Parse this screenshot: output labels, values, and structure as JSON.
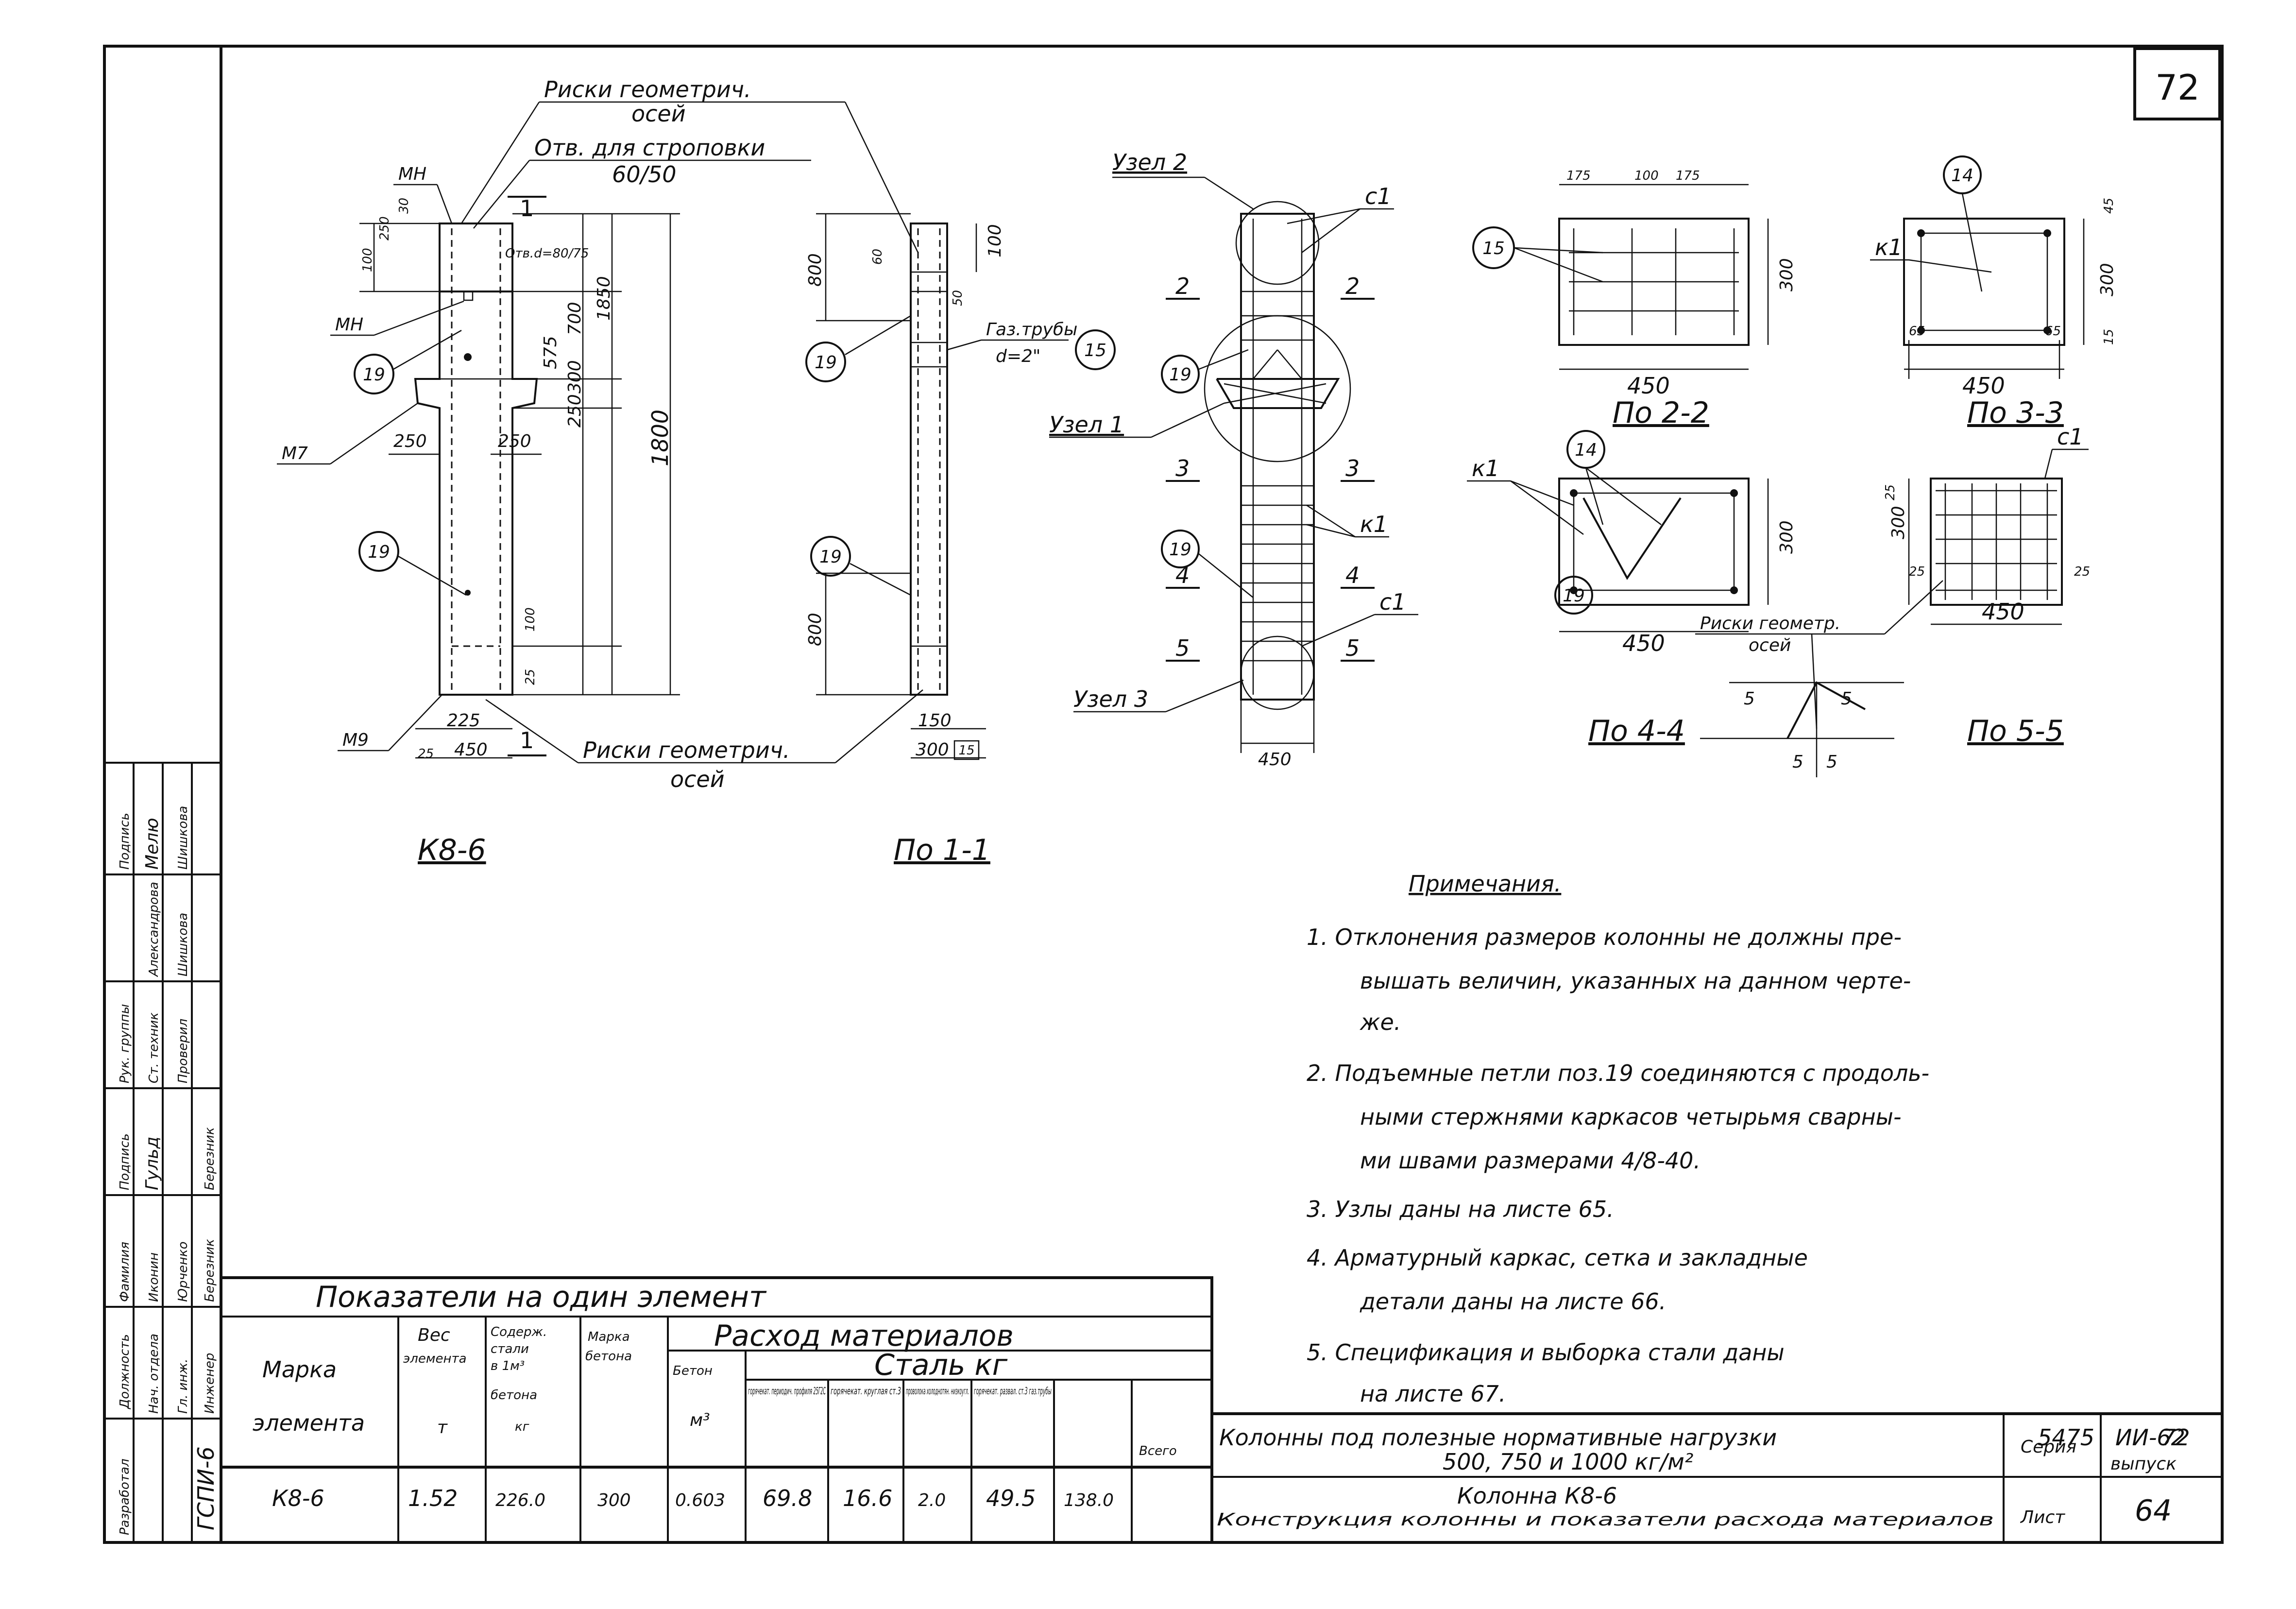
{
  "sheet": {
    "number": "72",
    "archive_no": "5475",
    "archive_sheet": "72"
  },
  "elevation": {
    "title": "К8-6",
    "callouts": {
      "axis_marks_top": "Риски геометрич.",
      "axis_marks_top_2": "осей",
      "sling_hole": "Отв. для строповки",
      "sling_hole_size": "60/50",
      "hole_note": "Отв.d=80/75",
      "mh": "МН",
      "mn": "МН",
      "m7": "М7",
      "m9": "М9",
      "axis_marks_bottom": "Риски геометрич.",
      "axis_marks_bottom_2": "осей",
      "pos19a": "19",
      "pos19b": "19",
      "sec1": "1"
    },
    "dims": {
      "d100": "100",
      "d250": "250",
      "d30": "30",
      "d700": "700",
      "d1850": "1850",
      "d575": "575",
      "d300": "300",
      "d250b": "250",
      "d1800": "1800",
      "d250_left": "250",
      "d250_right": "250",
      "d100b": "100",
      "d25": "25",
      "d225": "225",
      "d450": "450",
      "d25b": "25"
    }
  },
  "section11": {
    "title": "По 1-1",
    "labels": {
      "pipe": "Газ.трубы",
      "pipe_d": "d=2\"",
      "pos15": "15",
      "pos19a": "19",
      "pos19b": "19"
    },
    "dims": {
      "d800": "800",
      "d60": "60",
      "d100": "100",
      "d50": "50",
      "d800b": "800",
      "d150": "150",
      "d300": "300",
      "d15": "15"
    }
  },
  "rebar": {
    "labels": {
      "node2": "Узел 2",
      "node1": "Узел 1",
      "node3": "Узел 3",
      "c1a": "с1",
      "c1b": "с1",
      "k1": "к1",
      "pos19a": "19",
      "pos19b": "19",
      "s2l": "2",
      "s2r": "2",
      "s3l": "3",
      "s3r": "3",
      "s4l": "4",
      "s4r": "4",
      "s5l": "5",
      "s5r": "5",
      "d450": "450"
    }
  },
  "sections": {
    "s22": {
      "title": "По 2-2",
      "pos": "15",
      "dims": [
        "175",
        "100",
        "175",
        "300",
        "450"
      ]
    },
    "s33": {
      "title": "По 3-3",
      "pos": "14",
      "k": "к1",
      "dims": [
        "45",
        "300",
        "15",
        "65",
        "65",
        "450"
      ]
    },
    "s44": {
      "title": "По 4-4",
      "pos14": "14",
      "pos19": "19",
      "k": "к1",
      "dims": [
        "300",
        "450"
      ]
    },
    "s55": {
      "title": "По 5-5",
      "c": "с1",
      "note": "Риски геометр.",
      "note2": "осей",
      "dims": [
        "25",
        "300",
        "25",
        "450",
        "25"
      ],
      "detail": [
        "5",
        "5",
        "5",
        "5"
      ]
    }
  },
  "notes": {
    "title": "Примечания.",
    "items": [
      "1. Отклонения размеров колонны не должны пре-",
      "вышать величин, указанных на данном черте-",
      "же.",
      "2. Подъемные петли поз.19 соединяются с продоль-",
      "ными стержнями каркасов четырьмя сварны-",
      "ми швами размерами 4/8-40.",
      "3. Узлы даны на листе 65.",
      "4. Арматурный каркас, сетка и закладные",
      "детали даны на листе 66.",
      "5. Спецификация и выборка стали даны",
      "на листе 67."
    ]
  },
  "table": {
    "caption": "Показатели на один элемент",
    "headers": {
      "mark": "Марка",
      "mark2": "элемента",
      "weight": "Вес",
      "weight2": "элемента",
      "weight3": "т",
      "steel": "Содерж.",
      "steel2": "стали",
      "steel3": "в 1м³",
      "steel4": "бетона",
      "steel5": "кг",
      "concrete_mark": "Марка",
      "concrete_mark2": "бетона",
      "consumption": "Расход материалов",
      "concrete": "Бетон",
      "concrete_unit": "м³",
      "steel_kg": "Сталь кг",
      "c1": "горячекат. периодич. профиля 25Г2С",
      "c2": "горячекат. круглая ст.3",
      "c3": "проволока холоднотян. низкоугл.",
      "c4": "горячекат. развал. ст.3 газ.трубы",
      "total": "Всего"
    },
    "row": {
      "mark": "К8-6",
      "weight": "1.52",
      "steel": "226.0",
      "concrete_mark": "300",
      "concrete": "0.603",
      "c1": "69.8",
      "c2": "16.6",
      "c3": "2.0",
      "c4": "49.5",
      "total": "138.0"
    }
  },
  "title_block": {
    "description": "Колонны под полезные нормативные нагрузки",
    "description2": "500, 750 и 1000 кг/м²",
    "series_label": "Серия",
    "series": "ИИ-62",
    "series2": "выпуск",
    "name": "Колонна К8-6",
    "content": "Конструкция колонны и показатели расхода материалов",
    "sheet_label": "Лист",
    "sheet_no": "64"
  },
  "stamp": {
    "org": "ГСПИ-6",
    "col_role": "Должность",
    "col_name": "Фамилия",
    "col_sign": "Подпись",
    "r1_role": "Разработал",
    "r1_a": "Нач. отдела",
    "r1_b": "Иконин",
    "r2_a": "Гл. инж.",
    "r2_b": "Юрченко",
    "r3_a": "Инженер",
    "r3_b": "Березник",
    "r4_a": "Рук. группы",
    "r4_b": "Шишкова",
    "r5_a": "Ст. техник",
    "r5_b": "Александрова",
    "sig1": "Гульд",
    "sig2": "Мелю",
    "sig3": "Шишкова",
    "sig4": "Березник",
    "check": "Проверил"
  }
}
